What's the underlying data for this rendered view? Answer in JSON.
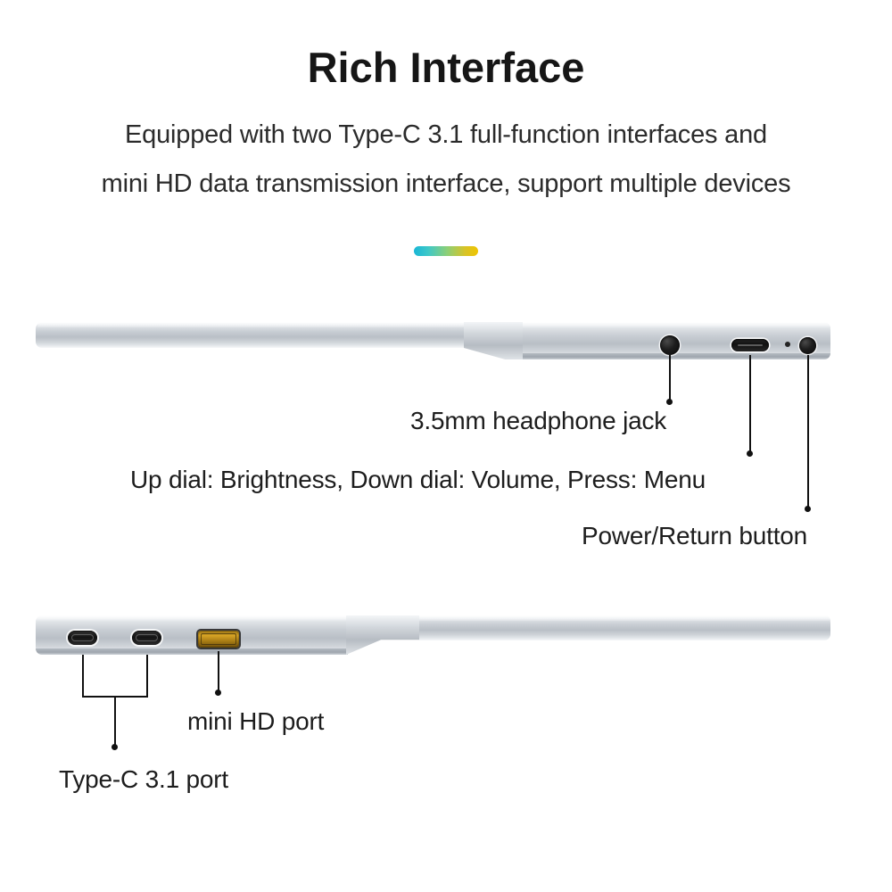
{
  "header": {
    "title": "Rich Interface",
    "subtitle_line1": "Equipped with two Type-C 3.1 full-function interfaces and",
    "subtitle_line2": "mini HD data transmission interface, support multiple devices"
  },
  "divider": {
    "gradient_start": "#18b6d6",
    "gradient_end": "#f0c400"
  },
  "colors": {
    "body_silver": "#c9ced4",
    "port_dark": "#141414",
    "hdmi_gold": "#d7a425",
    "text": "#1d1d1d"
  },
  "top_view": {
    "name": "top-edge-view",
    "ports": [
      {
        "id": "headphone-jack",
        "type": "round-jack"
      },
      {
        "id": "control-dial",
        "type": "dial-slot"
      },
      {
        "id": "indicator-led",
        "type": "led"
      },
      {
        "id": "power-button",
        "type": "round-button"
      }
    ],
    "callouts": [
      {
        "id": "headphone",
        "label": "3.5mm headphone jack"
      },
      {
        "id": "dial",
        "label": "Up dial: Brightness, Down dial: Volume, Press: Menu"
      },
      {
        "id": "power",
        "label": "Power/Return button"
      }
    ]
  },
  "bottom_view": {
    "name": "bottom-edge-view",
    "ports": [
      {
        "id": "type-c-port-1",
        "type": "usb-c"
      },
      {
        "id": "type-c-port-2",
        "type": "usb-c"
      },
      {
        "id": "mini-hd-port",
        "type": "mini-hdmi"
      }
    ],
    "callouts": [
      {
        "id": "mini-hd",
        "label": "mini HD port"
      },
      {
        "id": "type-c",
        "label": "Type-C 3.1 port"
      }
    ]
  }
}
